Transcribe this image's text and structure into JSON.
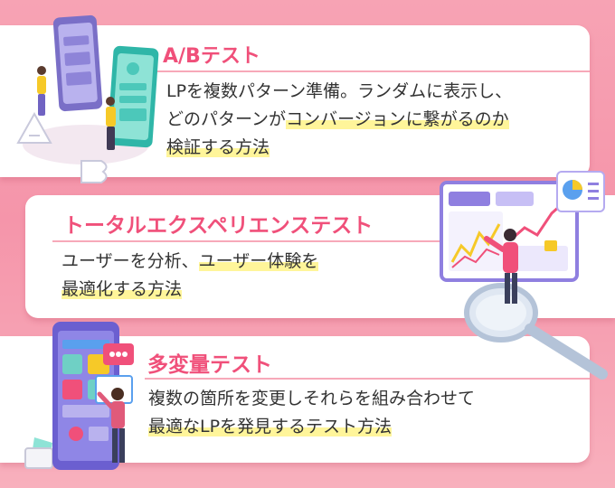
{
  "sections": [
    {
      "title": "A/Bテスト",
      "lines": [
        [
          {
            "t": "LPを複数パターン準備。ランダムに表示し、",
            "hl": false
          }
        ],
        [
          {
            "t": "どのパターンが",
            "hl": false
          },
          {
            "t": "コンバージョンに繋がるのか",
            "hl": true
          }
        ],
        [
          {
            "t": "検証する方法",
            "hl": true
          }
        ]
      ]
    },
    {
      "title": "トータルエクスペリエンステスト",
      "lines": [
        [
          {
            "t": "ユーザーを分析、",
            "hl": false
          },
          {
            "t": "ユーザー体験を",
            "hl": true
          }
        ],
        [
          {
            "t": "最適化する方法",
            "hl": true
          }
        ]
      ]
    },
    {
      "title": "多変量テスト",
      "lines": [
        [
          {
            "t": "複数の箇所を変更しそれらを組み合わせて",
            "hl": false
          }
        ],
        [
          {
            "t": "最適なLPを発見するテスト方法",
            "hl": true
          }
        ]
      ]
    }
  ],
  "illustrations": [
    {
      "icon": "ab-test-phones-illustration"
    },
    {
      "icon": "analytics-dashboard-magnifier-illustration"
    },
    {
      "icon": "multivariate-phone-layout-illustration"
    }
  ],
  "colors": {
    "title": "#f0507a",
    "rule": "#f7a9b9",
    "highlight": "#fff59a",
    "text": "#333333",
    "background": "#f7a3b4"
  }
}
